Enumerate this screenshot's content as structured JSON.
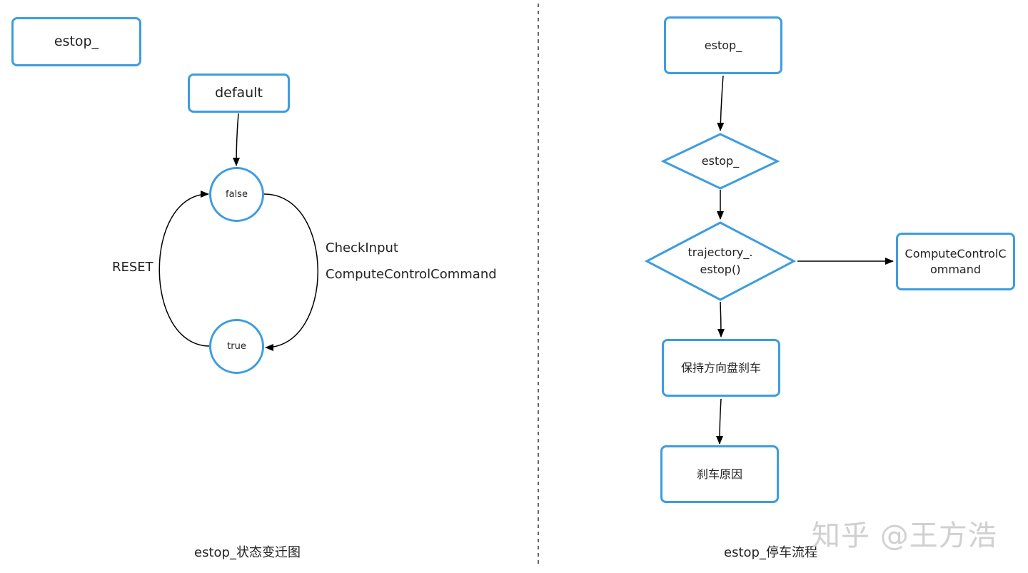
{
  "left_panel": {
    "legend_box": "estop_",
    "default_state": "default",
    "false_state": "false",
    "true_state": "true",
    "reset_label": "RESET",
    "check_input_label": "CheckInput",
    "compute_label": "ComputeControlCommand",
    "caption": "estop_状态变迁图"
  },
  "right_panel": {
    "start_box": "estop_",
    "decision_estop": "estop_",
    "decision_traj_line1": "trajectory_.",
    "decision_traj_line2": "estop()",
    "compute_box_line1": "ComputeControlC",
    "compute_box_line2": "ommand",
    "hold_box": "保持方向盘刹车",
    "reason_box": "刹车原因",
    "caption": "estop_停车流程"
  },
  "watermark": "知乎 @王方浩",
  "colors": {
    "shape_border": "#3d9ddf",
    "arrow": "#000000",
    "divider": "#333333"
  }
}
